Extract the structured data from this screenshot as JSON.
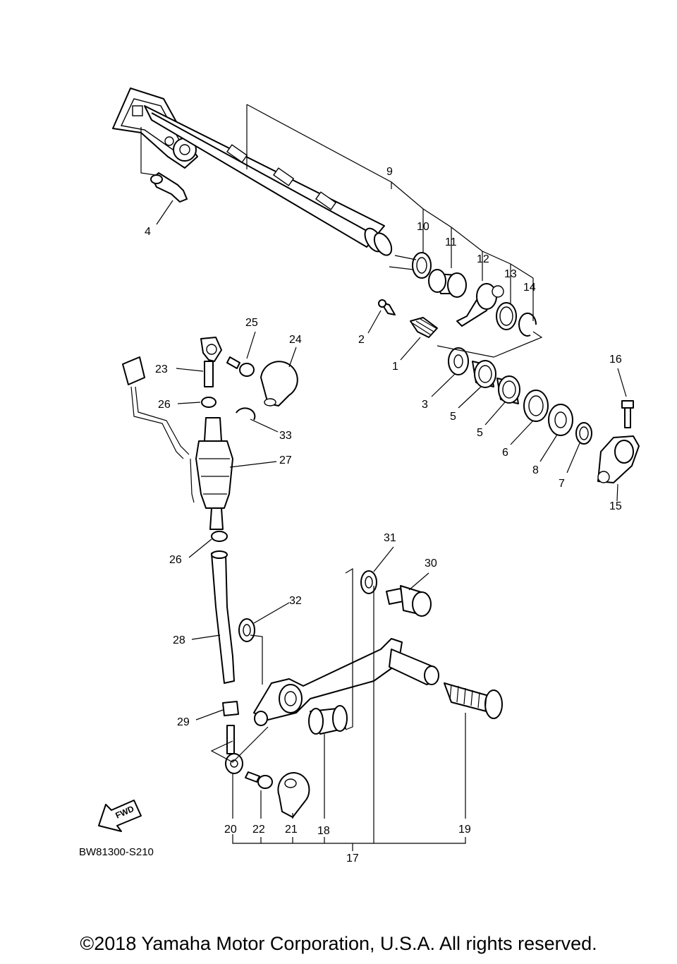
{
  "diagram_code": "BW81300-S210",
  "fwd_label": "FWD",
  "copyright": "©2018 Yamaha Motor Corporation, U.S.A. All rights reserved.",
  "callouts": {
    "p1": "1",
    "p2": "2",
    "p3": "3",
    "p4": "4",
    "p5a": "5",
    "p5b": "5",
    "p6": "6",
    "p7": "7",
    "p8": "8",
    "p9": "9",
    "p10": "10",
    "p11": "11",
    "p12": "12",
    "p13": "13",
    "p14": "14",
    "p15": "15",
    "p16": "16",
    "p17": "17",
    "p18": "18",
    "p19": "19",
    "p20": "20",
    "p21": "21",
    "p22": "22",
    "p23": "23",
    "p24": "24",
    "p25": "25",
    "p26a": "26",
    "p26b": "26",
    "p27": "27",
    "p28": "28",
    "p29": "29",
    "p30": "30",
    "p31": "31",
    "p32": "32",
    "p33": "33"
  }
}
